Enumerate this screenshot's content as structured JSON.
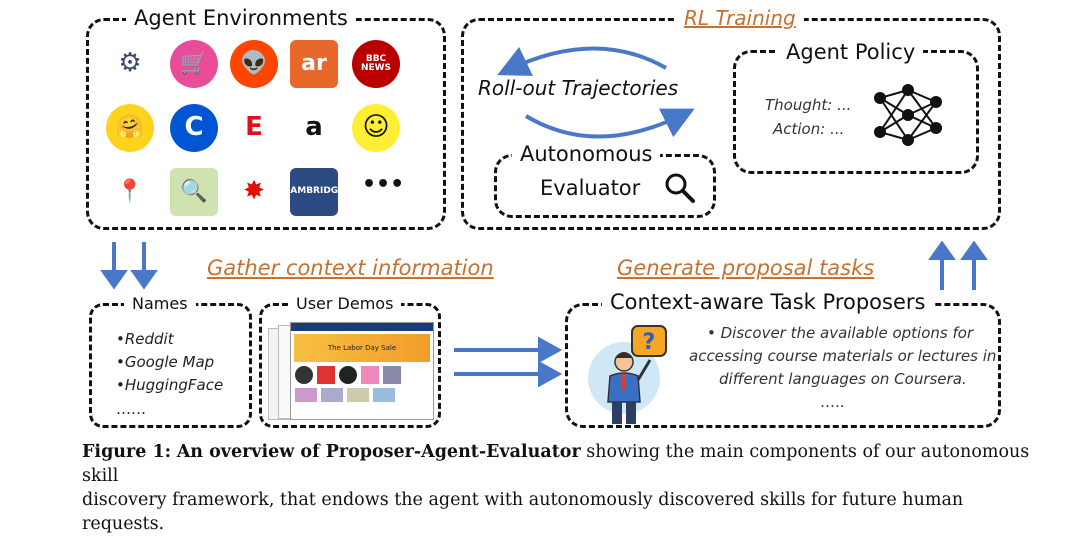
{
  "agent_env": {
    "title": "Agent Environments",
    "more": "•••",
    "icons": [
      {
        "name": "network-graph-icon",
        "bg": "#ffffff",
        "fg": "#3b4a6b",
        "text": "⚙"
      },
      {
        "name": "shopping-cart-icon",
        "bg": "#e94d9a",
        "fg": "#ffffff",
        "text": "🛒"
      },
      {
        "name": "reddit-icon",
        "bg": "#ff4500",
        "fg": "#ffffff",
        "text": "👽"
      },
      {
        "name": "airbnb-ar-icon",
        "bg": "#e8672a",
        "fg": "#ffffff",
        "text": "ar"
      },
      {
        "name": "bbc-news-icon",
        "bg": "#b80000",
        "fg": "#ffffff",
        "text": "BBC NEWS"
      },
      {
        "name": "hugging-face-icon",
        "bg": "#ffd21e",
        "fg": "#111111",
        "text": "🤗"
      },
      {
        "name": "coursera-icon",
        "bg": "#0056d2",
        "fg": "#ffffff",
        "text": "C"
      },
      {
        "name": "espn-icon",
        "bg": "#ffffff",
        "fg": "#e3101a",
        "text": "E"
      },
      {
        "name": "amazon-icon",
        "bg": "#ffffff",
        "fg": "#111111",
        "text": "a"
      },
      {
        "name": "smiley-icon",
        "bg": "#ffee33",
        "fg": "#111111",
        "text": "☺"
      },
      {
        "name": "google-maps-icon",
        "bg": "#ffffff",
        "fg": "#34a853",
        "text": "📍"
      },
      {
        "name": "map-magnifier-icon",
        "bg": "#cfe3b0",
        "fg": "#444444",
        "text": "🔍"
      },
      {
        "name": "wolfram-icon",
        "bg": "#ffffff",
        "fg": "#dd1100",
        "text": "✸"
      },
      {
        "name": "cambridge-icon",
        "bg": "#2c4a82",
        "fg": "#ffffff",
        "text": "CAMBRIDGE"
      }
    ]
  },
  "rl_training": {
    "title": "RL Training",
    "rollout": "Roll-out Trajectories",
    "agent_policy": "Agent Policy",
    "thought": "Thought: ...",
    "action": "Action: ...",
    "evaluator_line1": "Autonomous",
    "evaluator_line2": "Evaluator"
  },
  "labels": {
    "gather": "Gather context information",
    "generate": "Generate proposal tasks"
  },
  "names": {
    "title": "Names",
    "items": [
      "•Reddit",
      "•Google Map",
      "•HuggingFace",
      "……"
    ]
  },
  "demos": {
    "title": "User Demos",
    "banner": "The Labor Day Sale"
  },
  "proposers": {
    "title": "Context-aware Task Proposers",
    "task_line1": "• Discover the available options for",
    "task_line2": "accessing course materials or lectures in",
    "task_line3": "different languages on Coursera.",
    "ellipsis": "….."
  },
  "caption": {
    "figure": "Figure 1:",
    "bold": "An overview of Proposer-Agent-Evaluator",
    "rest1": " showing the main components of our autonomous skill",
    "line2": "discovery framework, that endows the agent with autonomously discovered skills for future human requests."
  },
  "colors": {
    "arrow_blue": "#4a78c9",
    "orange": "#c8712f"
  }
}
